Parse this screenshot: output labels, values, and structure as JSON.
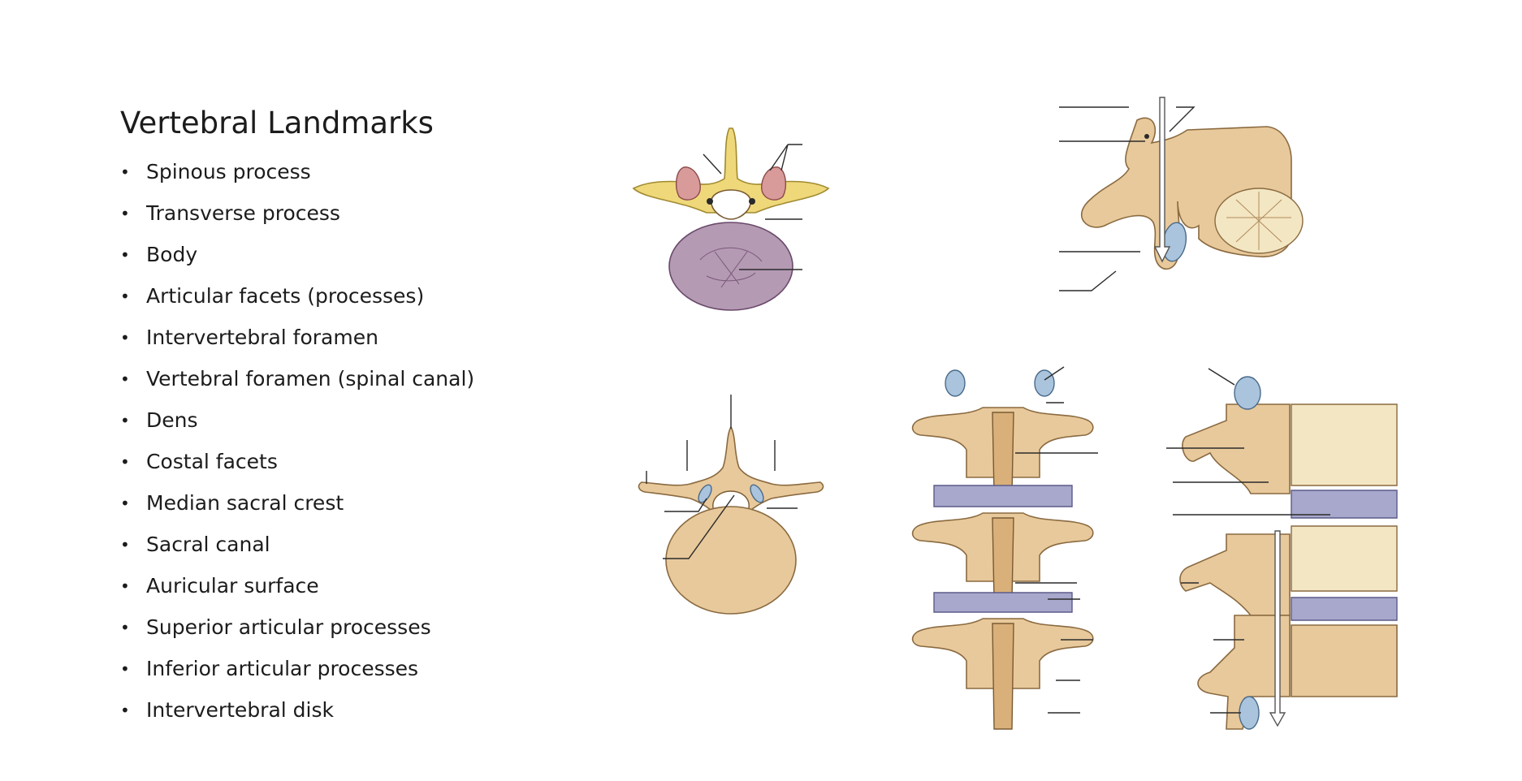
{
  "slide": {
    "title": "Vertebral Landmarks",
    "bullet_symbol": "•",
    "items": [
      "Spinous process",
      "Transverse process",
      "Body",
      "Articular facets (processes)",
      "Intervertebral foramen",
      "Vertebral foramen (spinal canal)",
      "Dens",
      "Costal facets",
      "Median sacral crest",
      "Sacral canal",
      "Auricular surface",
      "Superior articular processes",
      "Inferior articular processes",
      "Intervertebral disk"
    ]
  },
  "colors": {
    "bone": "#e8c99b",
    "cartilage": "#a9c4dc",
    "disc": "#a8a8cc",
    "ligament": "#efd87a"
  }
}
